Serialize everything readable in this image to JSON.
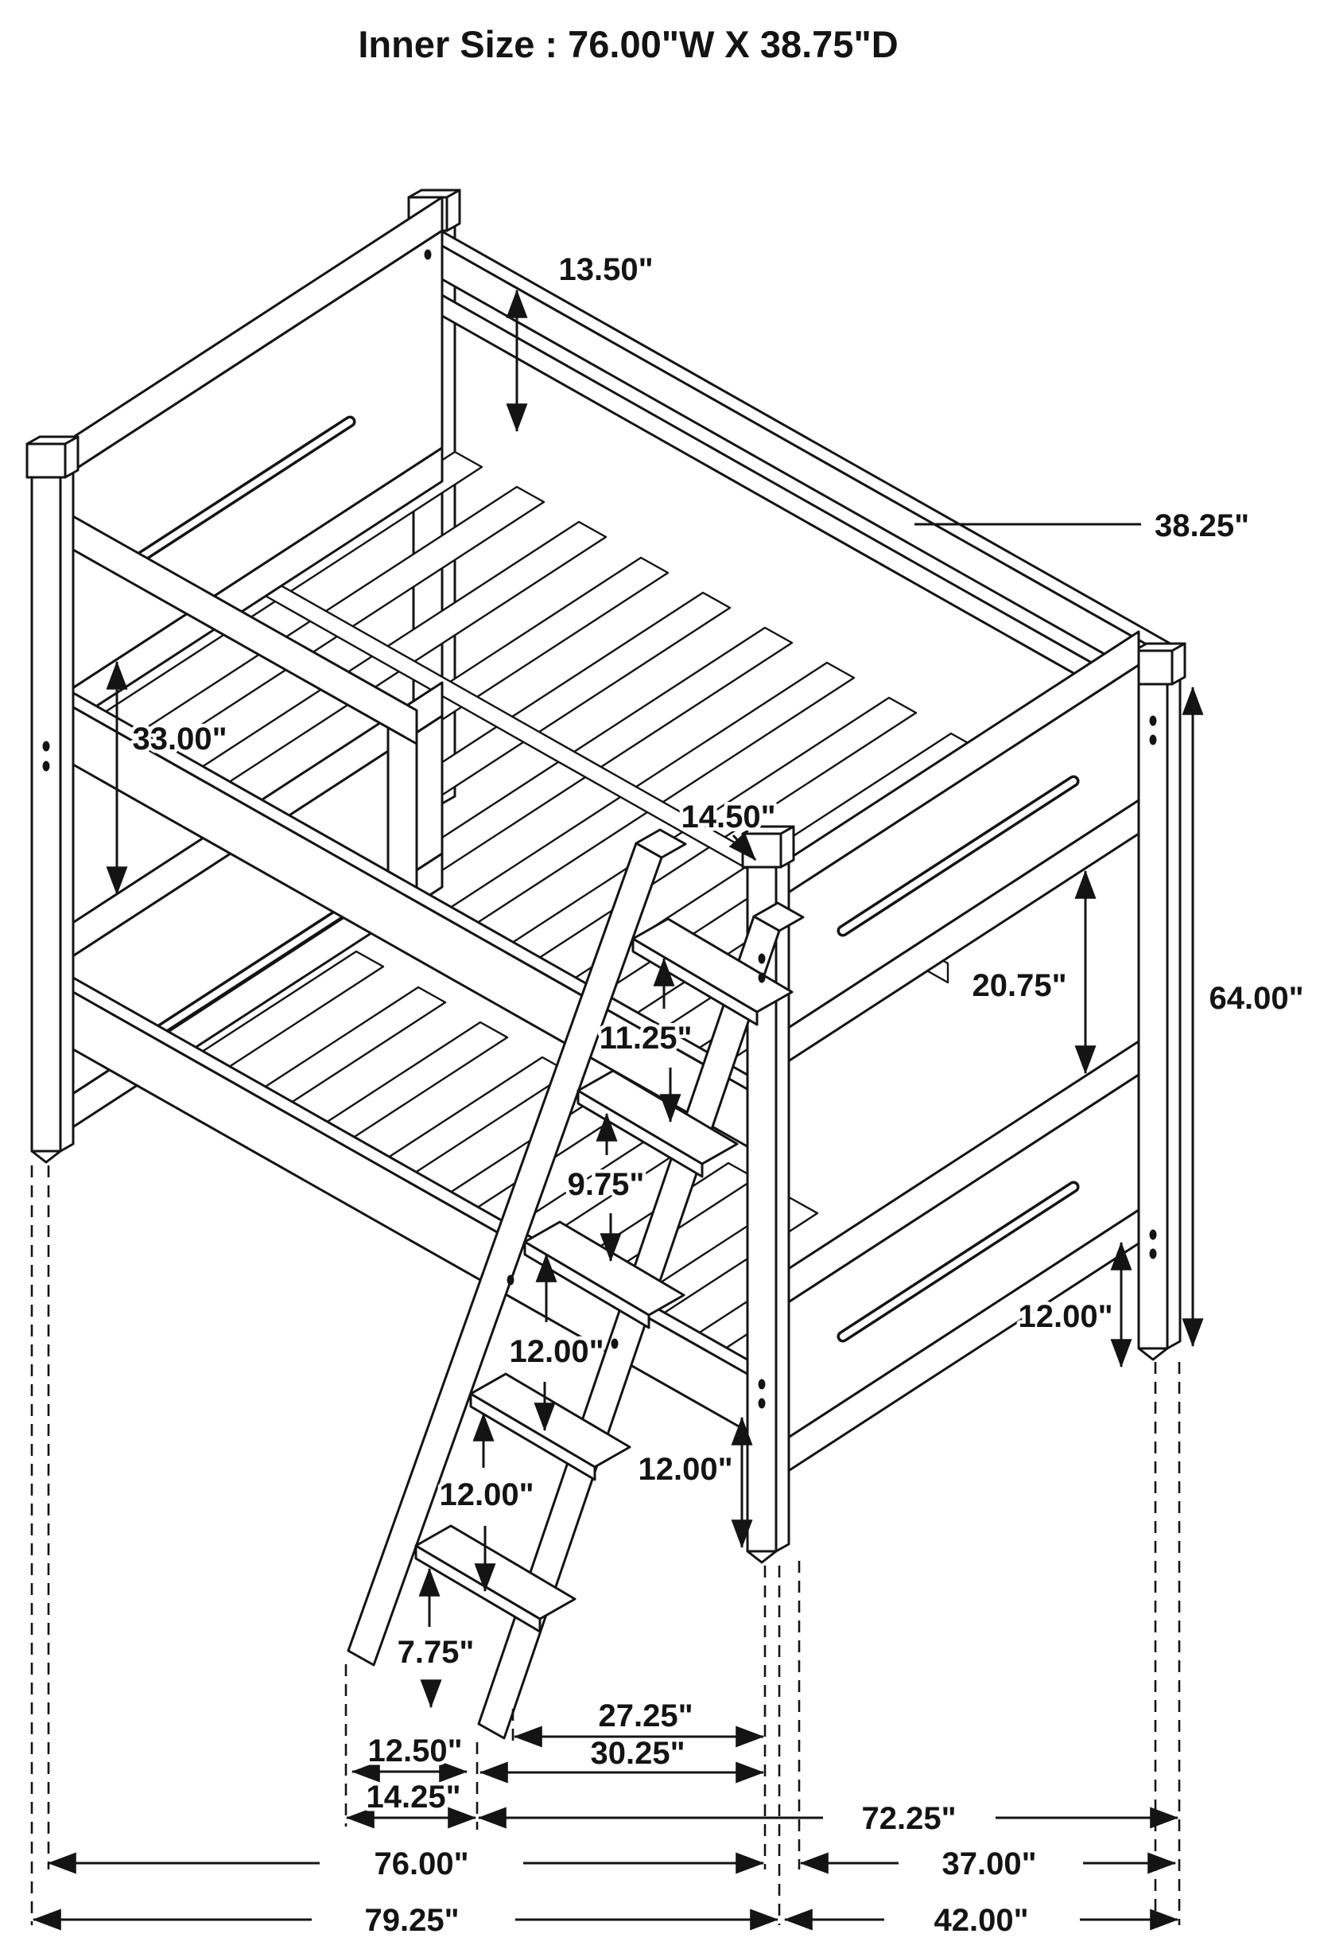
{
  "title": "Inner Size : 76.00\"W X 38.75\"D",
  "colors": {
    "line": "#141414",
    "background": "#ffffff"
  },
  "dimensions": {
    "guard_rail_height": "13.50\"",
    "slat_length": "38.25\"",
    "headboard_rail_span": "33.00\"",
    "guard_to_rail_gap": "14.50\"",
    "footboard_panel_gap": "20.75\"",
    "overall_height": "64.00\"",
    "ladder_step_spacing_top": "11.25\"",
    "ladder_step_spacing_upper": "9.75\"",
    "ladder_step_spacing_mid": "12.00\"",
    "ladder_step_spacing_lower": "12.00\"",
    "center_post_leg_height": "12.00\"",
    "corner_post_leg_height": "12.00\"",
    "ladder_step_spacing_bottom": "7.75\"",
    "ladder_footprint_width": "12.50\"",
    "ladder_footprint_overall": "14.25\"",
    "ladder_top_to_post": "27.25\"",
    "ladder_foot_to_post": "30.25\"",
    "post_to_post_span": "72.25\"",
    "inner_length": "76.00\"",
    "inner_depth_span": "37.00\"",
    "overall_length": "79.25\"",
    "overall_depth": "42.00\""
  }
}
